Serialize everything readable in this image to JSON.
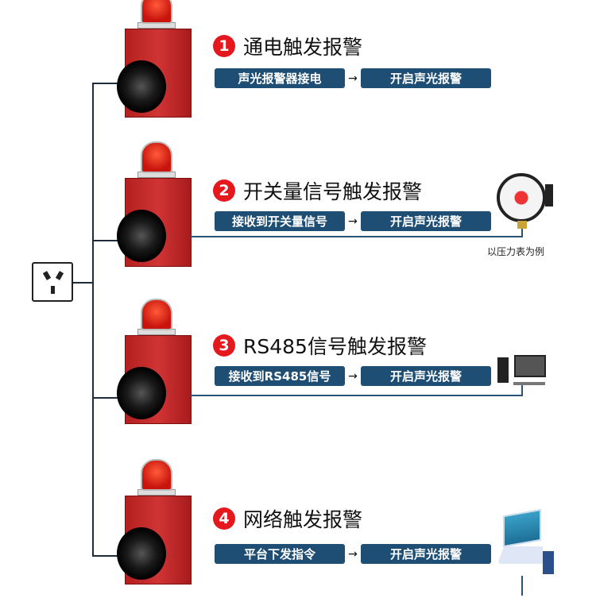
{
  "sections": [
    {
      "num": "1",
      "title": "通电触发报警",
      "step1": "声光报警器接电",
      "step2": "开启声光报警"
    },
    {
      "num": "2",
      "title": "开关量信号触发报警",
      "step1": "接收到开关量信号",
      "step2": "开启声光报警",
      "device_caption": "以压力表为例"
    },
    {
      "num": "3",
      "title": "RS485信号触发报警",
      "step1": "接收到RS485信号",
      "step2": "开启声光报警"
    },
    {
      "num": "4",
      "title": "网络触发报警",
      "step1": "平台下发指令",
      "step2": "开启声光报警"
    }
  ],
  "arrow": "→",
  "colors": {
    "badge": "#e5181e",
    "pill": "#1e4e74",
    "alarm": "#c62828"
  }
}
